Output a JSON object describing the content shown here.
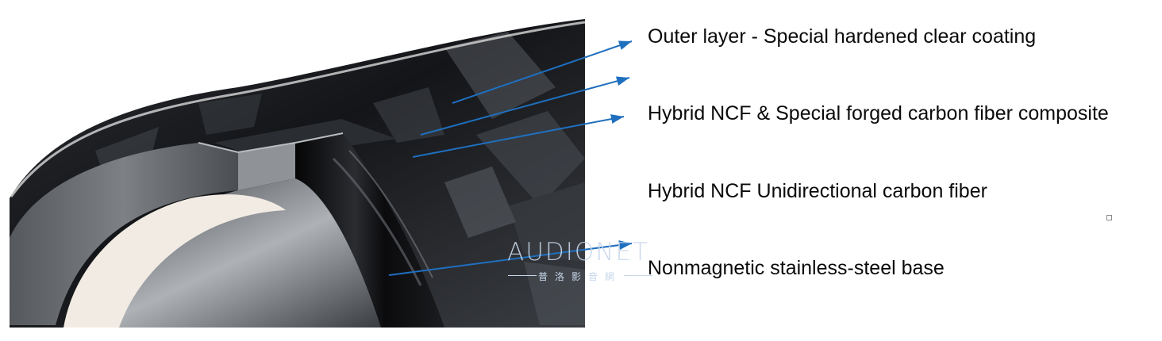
{
  "labels": [
    "Outer layer - Special hardened clear coating",
    "Hybrid NCF & Special forged carbon fiber composite",
    "Hybrid NCF Unidirectional carbon fiber",
    "Nonmagnetic stainless-steel base"
  ],
  "watermark": {
    "main": "AUDIONET",
    "sub": "普洛影音網"
  },
  "colors": {
    "arrow": "#1f6fbf",
    "label_text": "#0a0a0a",
    "carbon_dark": "#1a1c1f",
    "steel_light": "#f1ebe3",
    "watermark": "#c7d7ea"
  }
}
